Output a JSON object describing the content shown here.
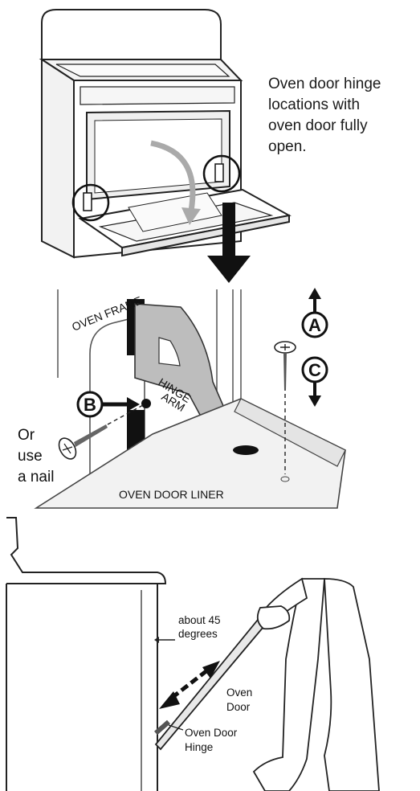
{
  "panel1": {
    "description_lines": [
      "Oven door hinge",
      "locations with",
      "oven door fully",
      "open."
    ]
  },
  "panel2": {
    "oven_frame_label": "OVEN FRAME",
    "hinge_arm_line1": "HINGE",
    "hinge_arm_line2": "ARM",
    "oven_door_liner_label": "OVEN DOOR LINER",
    "callout_a": "A",
    "callout_b": "B",
    "callout_c": "C",
    "or_line1": "Or",
    "or_line2": "use",
    "or_line3": "a nail"
  },
  "panel3": {
    "angle_line1": "about 45",
    "angle_line2": "degrees",
    "oven_door_line1": "Oven",
    "oven_door_line2": "Door",
    "hinge_line1": "Oven Door",
    "hinge_line2": "Hinge"
  }
}
